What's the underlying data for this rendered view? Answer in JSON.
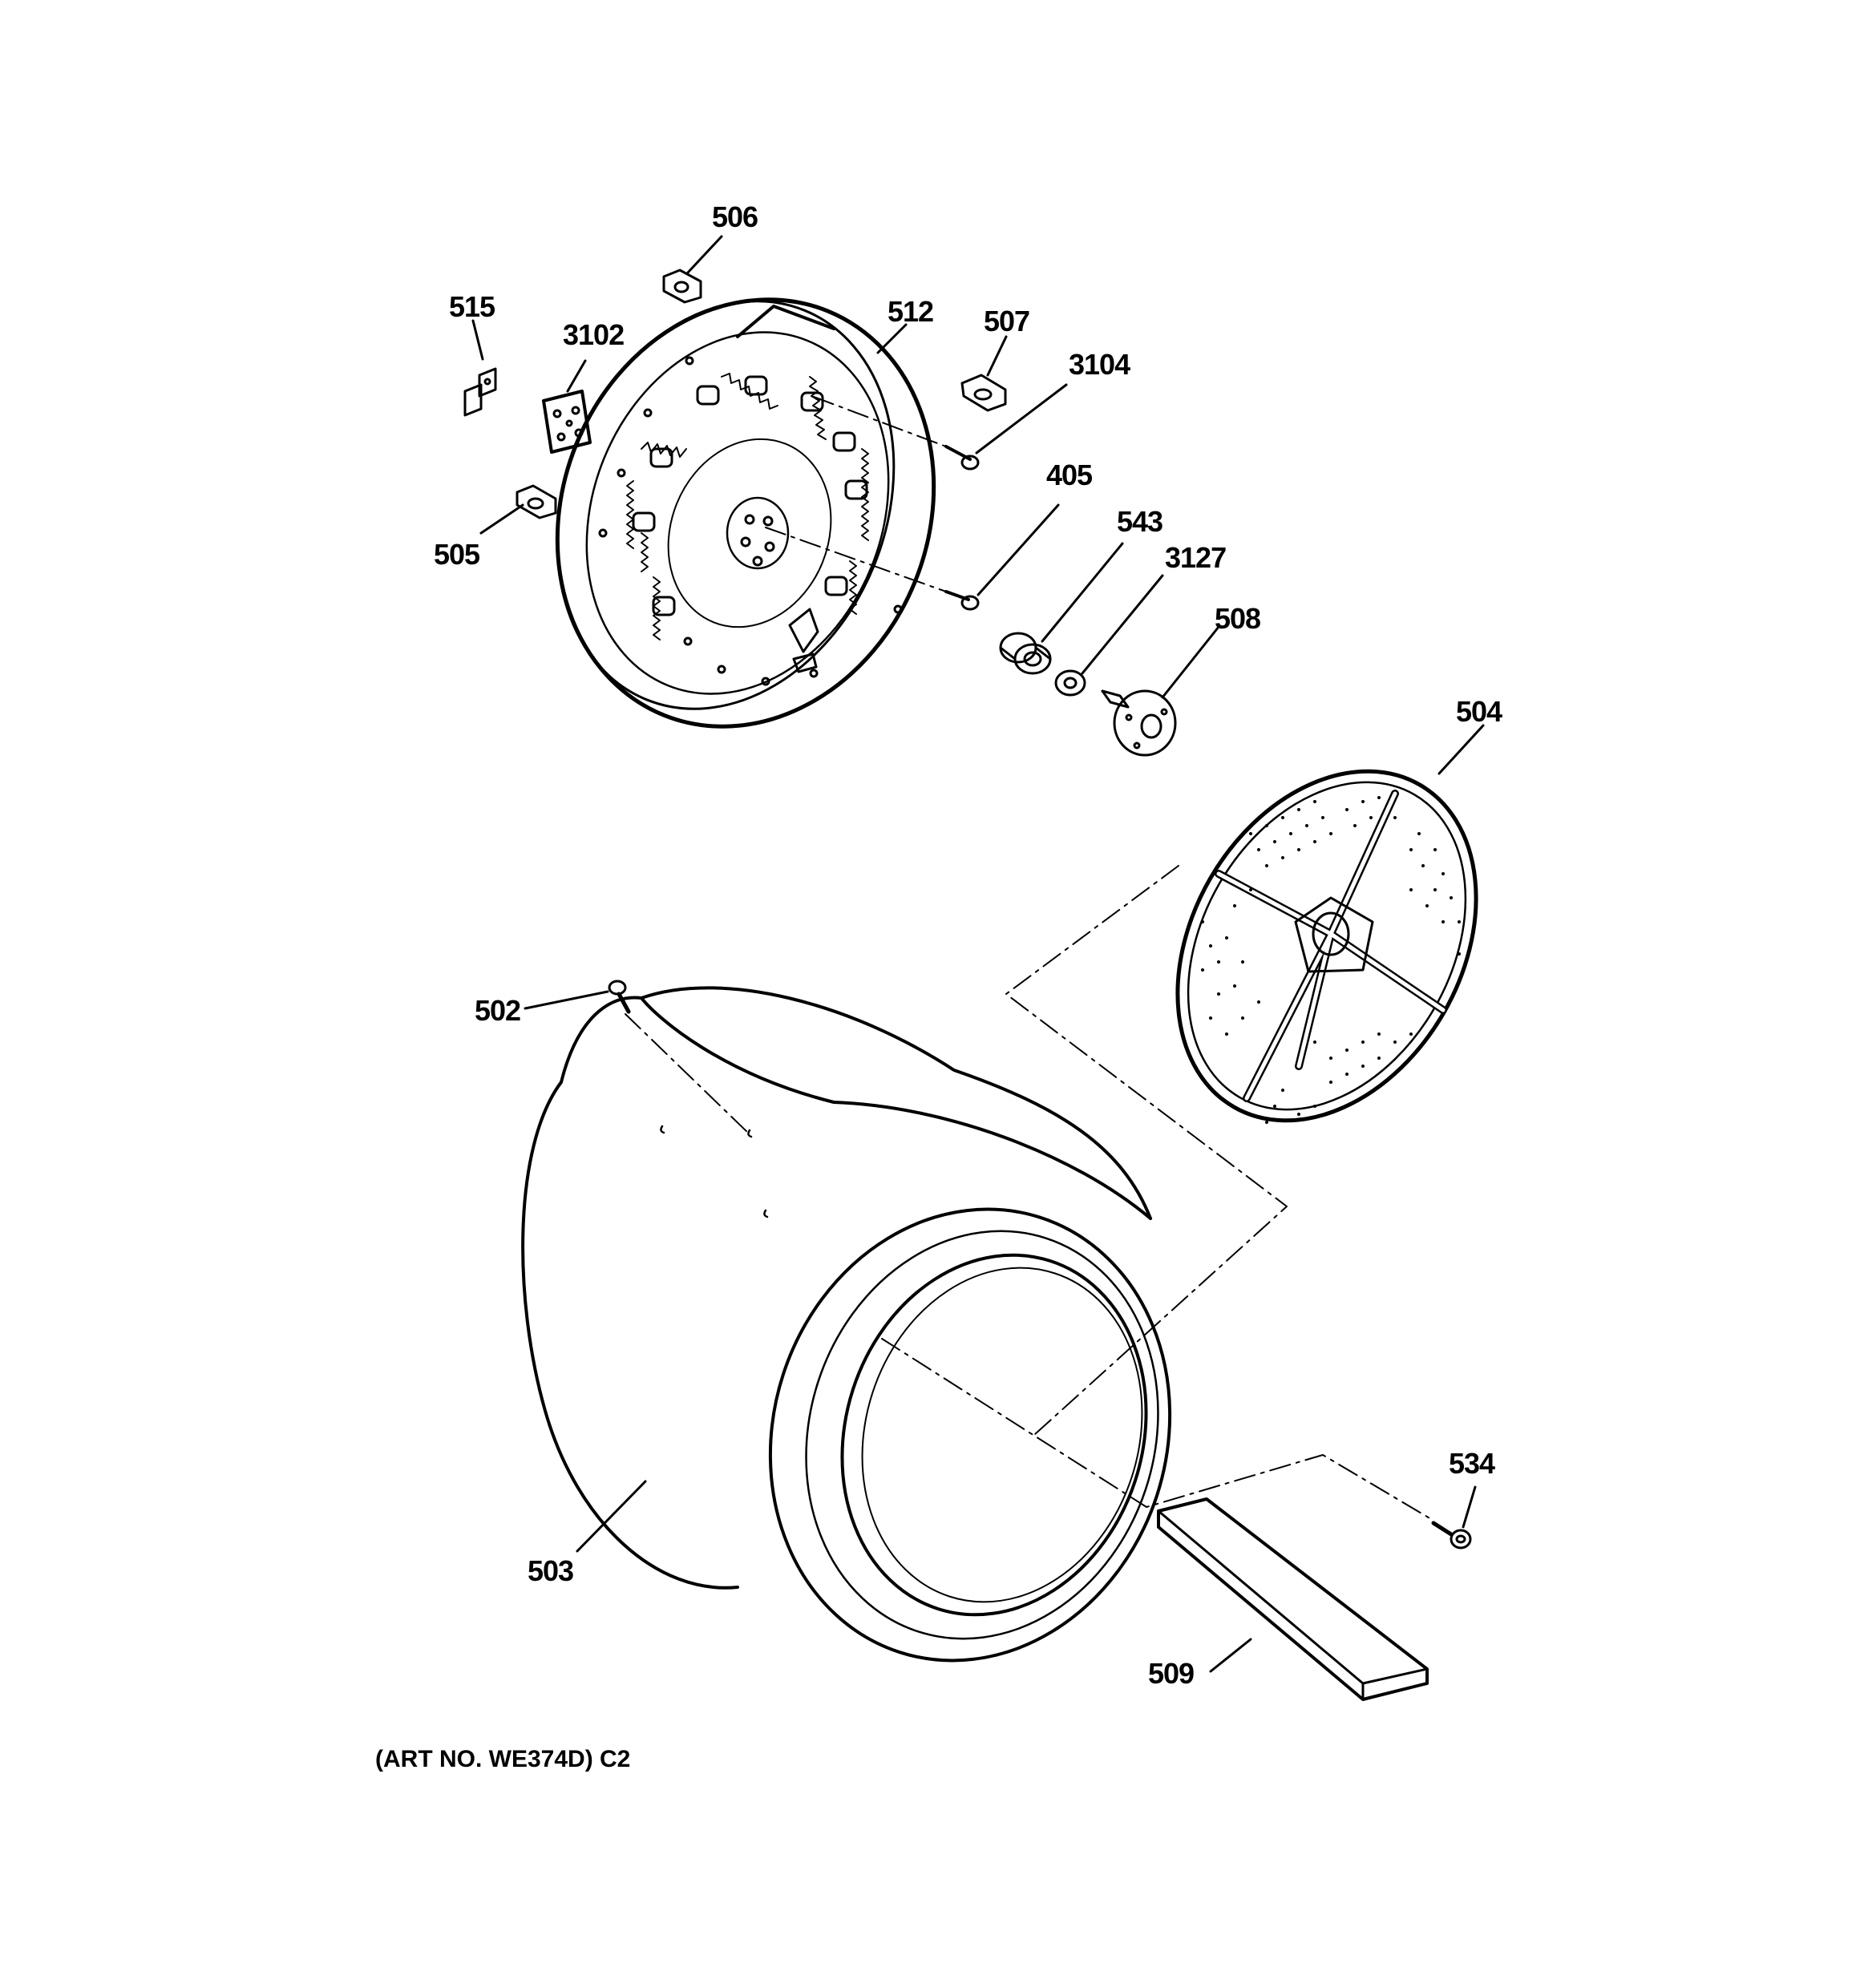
{
  "diagram": {
    "caption": "(ART NO. WE374D) C2",
    "labels": {
      "p506": "506",
      "p515": "515",
      "p3102": "3102",
      "p512": "512",
      "p507": "507",
      "p3104": "3104",
      "p505": "505",
      "p405": "405",
      "p543": "543",
      "p3127": "3127",
      "p508": "508",
      "p504": "504",
      "p502": "502",
      "p503": "503",
      "p534": "534",
      "p509": "509"
    }
  }
}
